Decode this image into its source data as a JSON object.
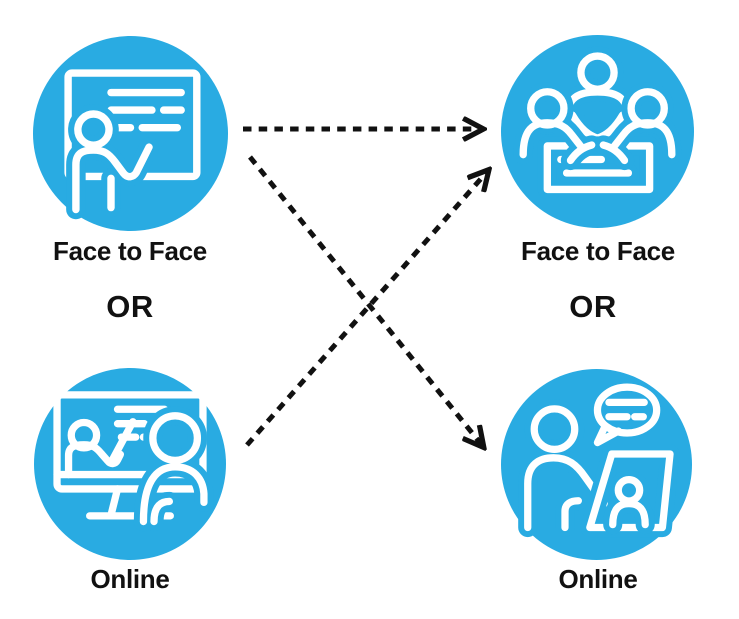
{
  "diagram": {
    "background_color": "#FFFFFF",
    "node_color": "#29ABE2",
    "icon_color": "#FFFFFF",
    "text_color": "#111111",
    "arrow_color": "#111111",
    "left_column": {
      "top_node": {
        "label": "Face to Face",
        "icon": "teacher-whiteboard-icon"
      },
      "or_label": "OR",
      "bottom_node": {
        "label": "Online",
        "icon": "online-classroom-icon"
      }
    },
    "right_column": {
      "top_node": {
        "label": "Face to Face",
        "icon": "meeting-table-icon"
      },
      "or_label": "OR",
      "bottom_node": {
        "label": "Online",
        "icon": "online-chat-icon"
      }
    },
    "arrows": [
      {
        "from": "left-top",
        "to": "right-top",
        "style": "dashed"
      },
      {
        "from": "left-top",
        "to": "right-bottom",
        "style": "dashed"
      },
      {
        "from": "left-bottom",
        "to": "right-top",
        "style": "dashed"
      }
    ]
  }
}
